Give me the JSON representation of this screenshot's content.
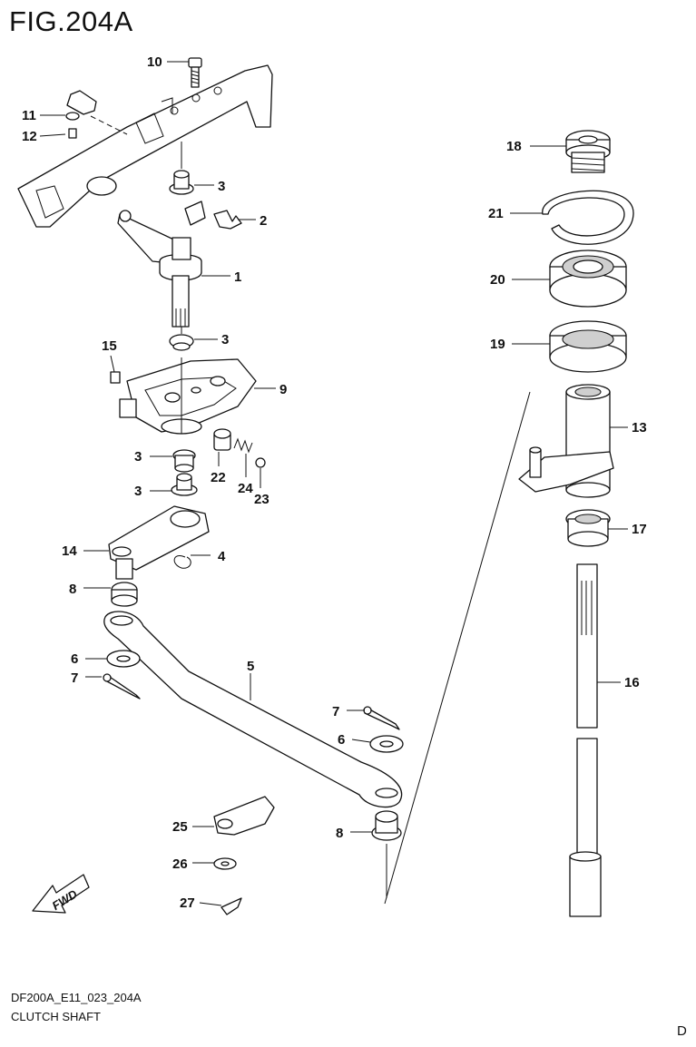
{
  "figure": {
    "title": "FIG.204A",
    "code": "DF200A_E11_023_204A",
    "name": "CLUTCH SHAFT",
    "page_letter": "D"
  },
  "fwd_label": "FWD",
  "callouts": [
    "10",
    "11",
    "12",
    "3",
    "2",
    "1",
    "3",
    "15",
    "9",
    "3",
    "22",
    "24",
    "23",
    "3",
    "14",
    "4",
    "8",
    "6",
    "7",
    "5",
    "7",
    "6",
    "8",
    "25",
    "26",
    "27",
    "18",
    "21",
    "20",
    "19",
    "13",
    "17",
    "16"
  ]
}
